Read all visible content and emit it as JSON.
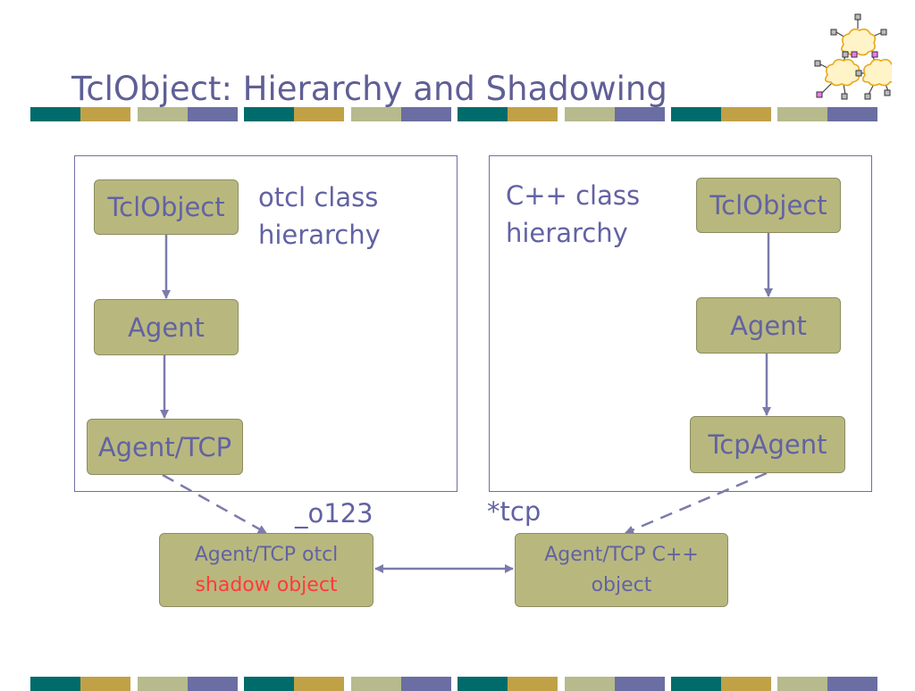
{
  "title": "TclObject: Hierarchy and Shadowing",
  "colors": {
    "title": "#5f5f96",
    "teal": "#006b6b",
    "gold": "#c1a146",
    "olive": "#b6ba8c",
    "purple": "#6a6ea2",
    "box_fill": "#b8b87e",
    "box_text": "#6262a4",
    "connector": "#7b7bab",
    "shadow_text": "#ff3a3a"
  },
  "otcl_panel": {
    "label_line1": "otcl class",
    "label_line2": "hierarchy",
    "nodes": [
      "TclObject",
      "Agent",
      "Agent/TCP"
    ]
  },
  "cpp_panel": {
    "label_line1": "C++ class",
    "label_line2": "hierarchy",
    "nodes": [
      "TclObject",
      "Agent",
      "TcpAgent"
    ]
  },
  "otcl_instance": {
    "handle": "_o123",
    "line1": "Agent/TCP otcl",
    "line2": "shadow object"
  },
  "cpp_instance": {
    "handle": "*tcp",
    "line1": "Agent/TCP C++",
    "line2": "object"
  },
  "logo_icon": "network-clouds-icon"
}
